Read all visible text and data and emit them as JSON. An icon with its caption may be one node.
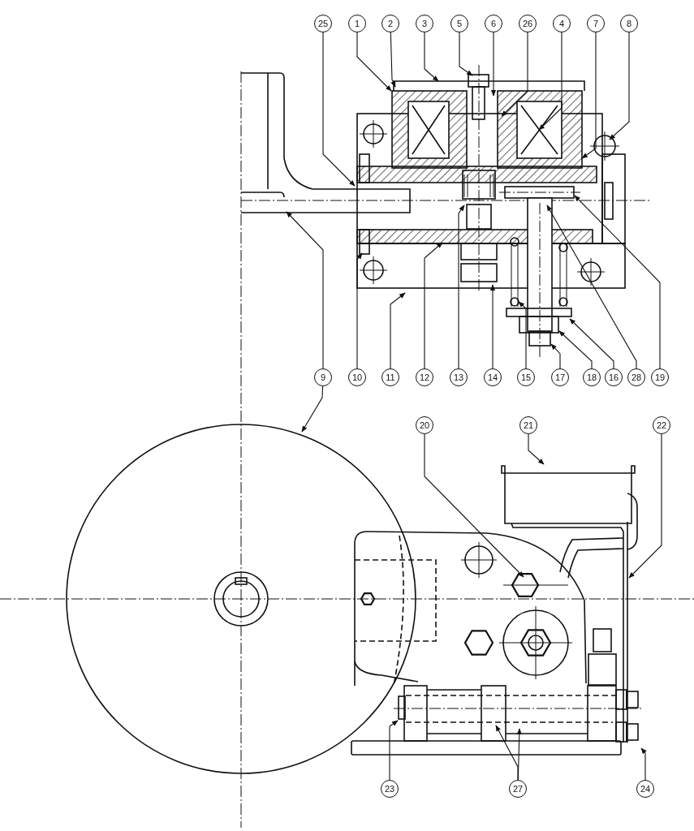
{
  "diagram": {
    "nodes": [
      {
        "text": [
          "25"
        ]
      },
      {
        "text": [
          "1"
        ]
      },
      {
        "text": [
          "2"
        ]
      },
      {
        "text": [
          "3"
        ]
      },
      {
        "text": [
          "5"
        ]
      },
      {
        "text": [
          "6"
        ]
      },
      {
        "text": [
          "26"
        ]
      },
      {
        "text": [
          "4"
        ]
      },
      {
        "text": [
          "7"
        ]
      },
      {
        "text": [
          "8"
        ]
      },
      {
        "text": [
          "9"
        ]
      },
      {
        "text": [
          "10"
        ]
      },
      {
        "text": [
          "11"
        ]
      },
      {
        "text": [
          "12"
        ]
      },
      {
        "text": [
          "13"
        ]
      },
      {
        "text": [
          "14"
        ]
      },
      {
        "text": [
          "15"
        ]
      },
      {
        "text": [
          "17"
        ]
      },
      {
        "text": [
          "18"
        ]
      },
      {
        "text": [
          "16"
        ]
      },
      {
        "text": [
          "28"
        ]
      },
      {
        "text": [
          "19"
        ]
      },
      {
        "text": [
          "20"
        ]
      },
      {
        "text": [
          "21"
        ]
      },
      {
        "text": [
          "22"
        ]
      },
      {
        "text": [
          "23"
        ]
      },
      {
        "text": [
          "27"
        ]
      },
      {
        "text": [
          "24"
        ]
      }
    ],
    "edges": [
      {
        "from": 0,
        "to": null,
        "arrow": "to"
      },
      {
        "from": 1,
        "to": null,
        "arrow": "to"
      },
      {
        "from": 2,
        "to": null,
        "arrow": "to"
      },
      {
        "from": 3,
        "to": null,
        "arrow": "to"
      },
      {
        "from": 4,
        "to": null,
        "arrow": "to"
      },
      {
        "from": 5,
        "to": null,
        "arrow": "to"
      },
      {
        "from": 6,
        "to": null,
        "arrow": "to"
      },
      {
        "from": 7,
        "to": null,
        "arrow": "to"
      },
      {
        "from": 8,
        "to": null,
        "arrow": "to"
      },
      {
        "from": 9,
        "to": null,
        "arrow": "to"
      },
      {
        "from": 10,
        "to": null,
        "arrow": "to"
      },
      {
        "from": 10,
        "to": null,
        "arrow": "to"
      },
      {
        "from": 11,
        "to": null,
        "arrow": "to"
      },
      {
        "from": 12,
        "to": null,
        "arrow": "to"
      },
      {
        "from": 13,
        "to": null,
        "arrow": "to"
      },
      {
        "from": 14,
        "to": null,
        "arrow": "to"
      },
      {
        "from": 15,
        "to": null,
        "arrow": "to"
      },
      {
        "from": 16,
        "to": null,
        "arrow": "to"
      },
      {
        "from": 17,
        "to": null,
        "arrow": "to"
      },
      {
        "from": 18,
        "to": null,
        "arrow": "to"
      },
      {
        "from": 19,
        "to": null,
        "arrow": "to"
      },
      {
        "from": 20,
        "to": null,
        "arrow": "to"
      },
      {
        "from": 21,
        "to": null,
        "arrow": "to"
      },
      {
        "from": 22,
        "to": null,
        "arrow": "to"
      },
      {
        "from": 23,
        "to": null,
        "arrow": "to"
      },
      {
        "from": 24,
        "to": null,
        "arrow": "to"
      },
      {
        "from": 25,
        "to": null,
        "arrow": "to"
      },
      {
        "from": 26,
        "to": null,
        "arrow": "to"
      },
      {
        "from": 26,
        "to": null,
        "arrow": "to"
      },
      {
        "from": 27,
        "to": null,
        "arrow": "to"
      }
    ]
  }
}
